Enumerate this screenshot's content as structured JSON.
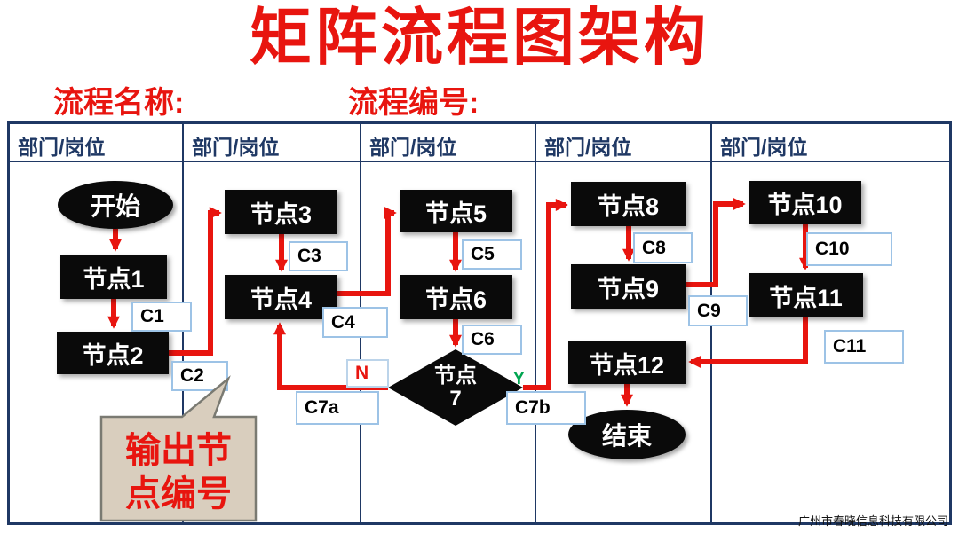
{
  "title": "矩阵流程图架构",
  "subtitle": {
    "process_name_label": "流程名称:",
    "process_number_label": "流程编号:"
  },
  "table": {
    "headers": [
      "部门/岗位",
      "部门/岗位",
      "部门/岗位",
      "部门/岗位",
      "部门/岗位"
    ]
  },
  "flowchart": {
    "start": "开始",
    "end": "结束",
    "nodes": {
      "n1": "节点1",
      "n2": "节点2",
      "n3": "节点3",
      "n4": "节点4",
      "n5": "节点5",
      "n6": "节点6",
      "n7_line1": "节点",
      "n7_line2": "7",
      "n8": "节点8",
      "n9": "节点9",
      "n10": "节点10",
      "n11": "节点11",
      "n12": "节点12"
    },
    "connectors": {
      "c1": "C1",
      "c2": "C2",
      "c3": "C3",
      "c4": "C4",
      "c5": "C5",
      "c6": "C6",
      "c7a": "C7a",
      "c7b": "C7b",
      "c8": "C8",
      "c9": "C9",
      "c10": "C10",
      "c11": "C11"
    },
    "branch_labels": {
      "no": "N",
      "yes": "Y"
    }
  },
  "callout": {
    "line1": "输出节",
    "line2": "点编号"
  },
  "footer": {
    "company": "广州市春晓信息科技有限公司"
  },
  "colors": {
    "title_red": "#e8150f",
    "arrow_red": "#e8150f",
    "node_fill": "#0a0a0a",
    "table_border": "#1f3864",
    "connector_border": "#9dc3e6",
    "callout_fill": "#d9cebe",
    "yes_green": "#00a550"
  }
}
